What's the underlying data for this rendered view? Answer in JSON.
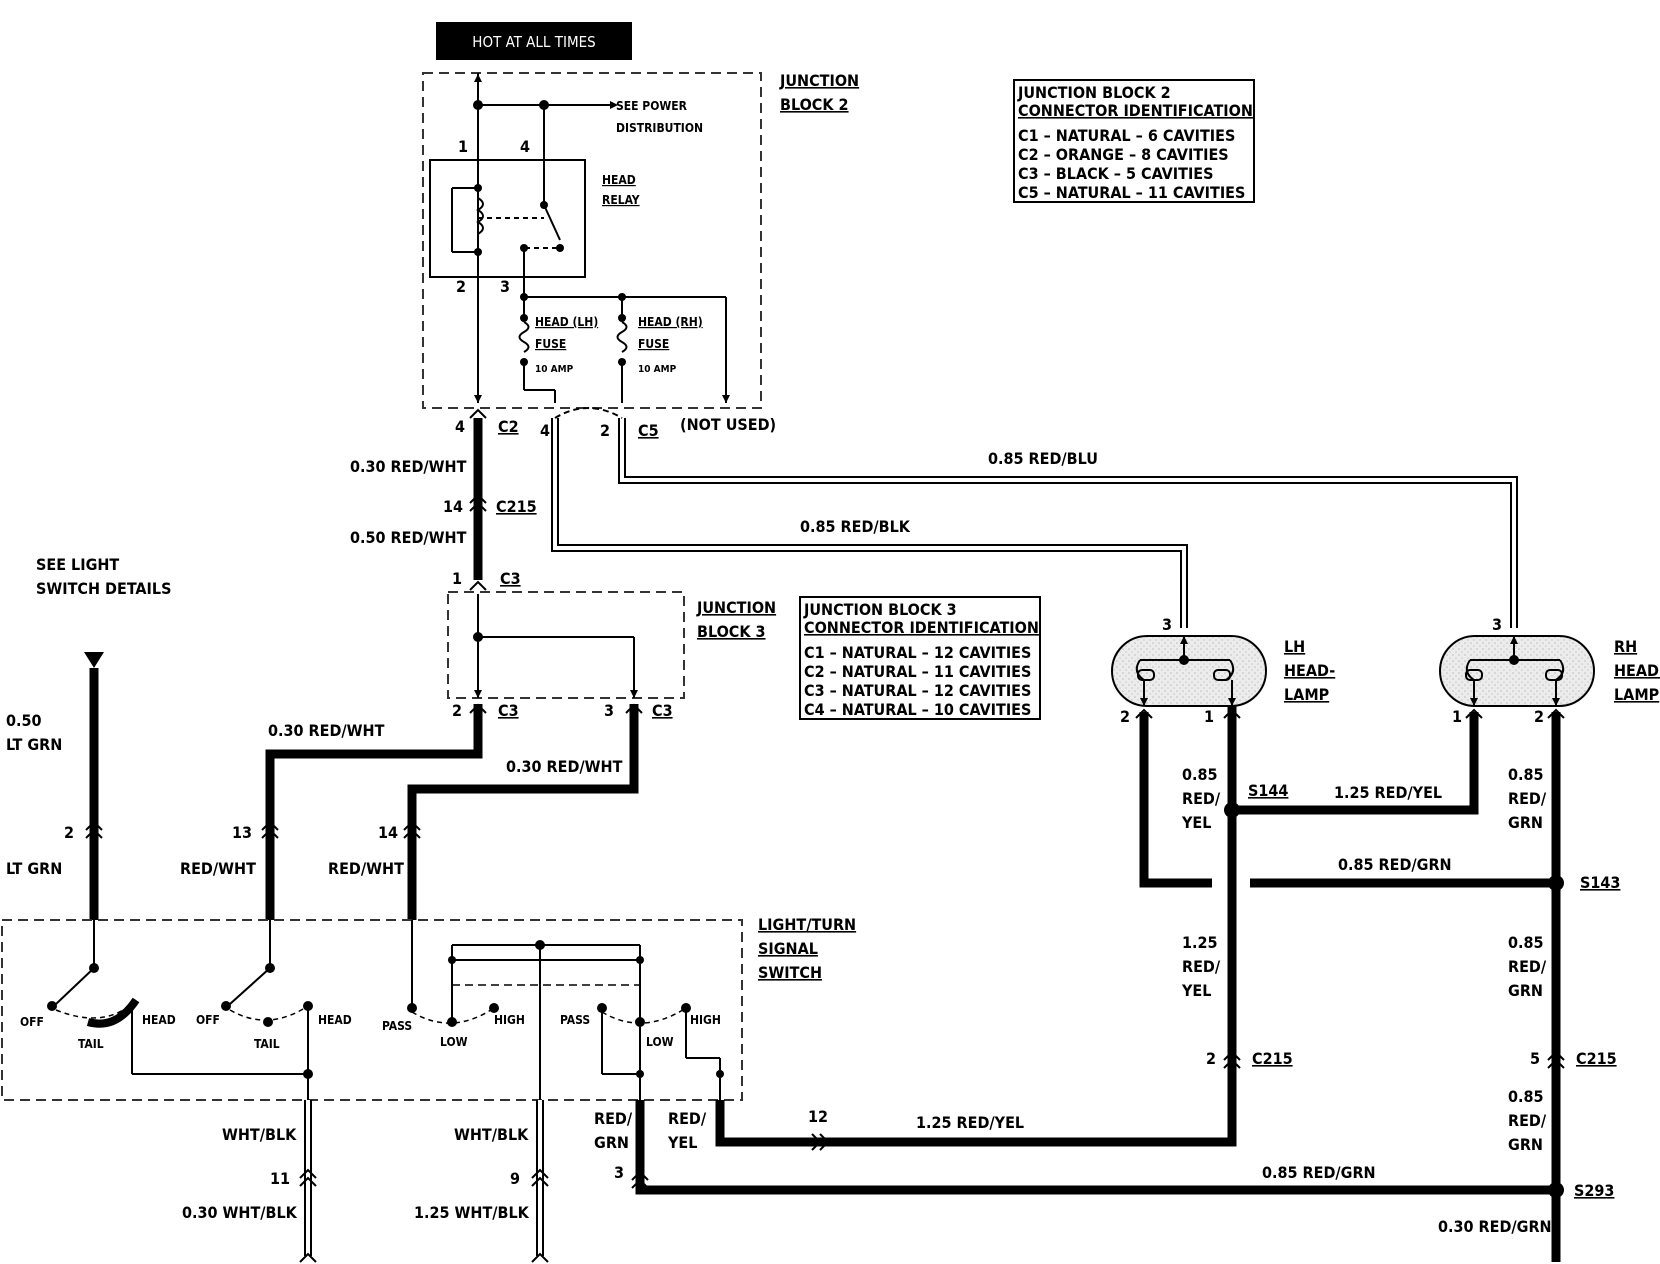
{
  "hot_label": "HOT AT ALL TIMES",
  "jb2": {
    "title_line1": "JUNCTION",
    "title_line2": "BLOCK 2",
    "see_power_line1": "SEE POWER",
    "see_power_line2": "DISTRIBUTION",
    "relay_line1": "HEAD",
    "relay_line2": "RELAY",
    "fuse_lh_line1": "HEAD (LH)",
    "fuse_lh_line2": "FUSE",
    "fuse_lh_amp": "10 AMP",
    "fuse_rh_line1": "HEAD (RH)",
    "fuse_rh_line2": "FUSE",
    "fuse_rh_amp": "10 AMP",
    "relay_pins": [
      "1",
      "4",
      "2",
      "3"
    ],
    "not_used": "(NOT USED)",
    "c2_pin": "4",
    "c2_label": "C2",
    "c5_pin_a": "4",
    "c5_pin_b": "2",
    "c5_label": "C5"
  },
  "jb2_table": {
    "title_line1": "JUNCTION BLOCK 2",
    "title_line2": "CONNECTOR IDENTIFICATION",
    "rows": [
      "C1 – NATURAL – 6 CAVITIES",
      "C2 – ORANGE – 8 CAVITIES",
      "C3 – BLACK – 5 CAVITIES",
      "C5 – NATURAL – 11 CAVITIES"
    ]
  },
  "jb3": {
    "title_line1": "JUNCTION",
    "title_line2": "BLOCK 3",
    "c3_top_pin": "1",
    "c3_top_label": "C3",
    "c3_left_pin": "2",
    "c3_left_label": "C3",
    "c3_right_pin": "3",
    "c3_right_label": "C3"
  },
  "jb3_table": {
    "title_line1": "JUNCTION BLOCK 3",
    "title_line2": "CONNECTOR IDENTIFICATION",
    "rows": [
      "C1 – NATURAL – 12 CAVITIES",
      "C2 – NATURAL – 11 CAVITIES",
      "C3 – NATURAL – 12 CAVITIES",
      "C4 – NATURAL – 10 CAVITIES"
    ]
  },
  "wires": {
    "w1": "0.30 RED/WHT",
    "c215_pin": "14",
    "c215_label": "C215",
    "w2": "0.50 RED/WHT",
    "red_blu": "0.85 RED/BLU",
    "red_blk": "0.85 RED/BLK",
    "jb3_left_wire": "0.30 RED/WHT",
    "jb3_right_wire": "0.30 RED/WHT",
    "pin13": "13",
    "pin13_color": "RED/WHT",
    "pin14": "14",
    "pin14_color": "RED/WHT",
    "lt_grn_size": "0.50",
    "lt_grn_color": "LT GRN",
    "pin2": "2",
    "pin2_color": "LT GRN",
    "wht_blk_a": "WHT/BLK",
    "pin11": "11",
    "wht_blk_a2": "0.30 WHT/BLK",
    "wht_blk_b": "WHT/BLK",
    "pin9": "9",
    "wht_blk_b2": "1.25 WHT/BLK",
    "red_grn_a1": "RED/",
    "red_grn_a2": "GRN",
    "red_yel_a1": "RED/",
    "red_yel_a2": "YEL",
    "pin12": "12",
    "red_yel_125": "1.25 RED/YEL",
    "pin3": "3",
    "red_grn_bottom": "0.85 RED/GRN",
    "s293": "S293",
    "red_grn_030": "0.30 RED/GRN"
  },
  "see_light_line1": "SEE LIGHT",
  "see_light_line2": "SWITCH DETAILS",
  "switch": {
    "title_line1": "LIGHT/TURN",
    "title_line2": "SIGNAL",
    "title_line3": "SWITCH",
    "off1": "OFF",
    "tail1": "TAIL",
    "head1": "HEAD",
    "off2": "OFF",
    "tail2": "TAIL",
    "head2": "HEAD",
    "pass1": "PASS",
    "low1": "LOW",
    "high1": "HIGH",
    "pass2": "PASS",
    "low2": "LOW",
    "high2": "HIGH"
  },
  "lh": {
    "label_line1": "LH",
    "label_line2": "HEAD-",
    "label_line3": "LAMP",
    "pin3": "3",
    "pin2": "2",
    "pin1": "1",
    "wire_size": "0.85",
    "wire_c1": "RED/",
    "wire_c2": "YEL",
    "s144": "S144",
    "rh_feed": "1.25 RED/YEL",
    "red_grn_mid": "0.85 RED/GRN",
    "s143": "S143",
    "w125_size": "1.25",
    "w125_c1": "RED/",
    "w125_c2": "YEL",
    "c215_pin": "2",
    "c215_label": "C215"
  },
  "rh": {
    "label_line1": "RH",
    "label_line2": "HEAD-",
    "label_line3": "LAMP",
    "pin3": "3",
    "pin1": "1",
    "pin2": "2",
    "a_size": "0.85",
    "a_c1": "RED/",
    "a_c2": "GRN",
    "b_size": "0.85",
    "b_c1": "RED/",
    "b_c2": "GRN",
    "c215_pin": "5",
    "c215_label": "C215",
    "c_size": "0.85",
    "c_c1": "RED/",
    "c_c2": "GRN"
  }
}
